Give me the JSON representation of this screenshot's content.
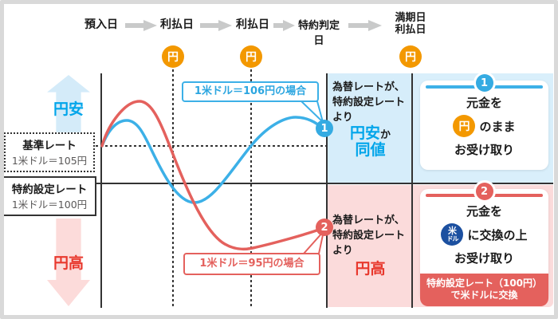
{
  "timeline": {
    "steps": [
      "預入日",
      "利払日",
      "利払日",
      "特約判定日"
    ],
    "maturity": {
      "line1": "満期日",
      "line2": "利払日"
    },
    "coin_label": "円"
  },
  "left_axis": {
    "yen_weak": "円安",
    "yen_strong": "円高",
    "base_rate": {
      "title": "基準レート",
      "value": "1米ドル＝105円"
    },
    "contract_rate": {
      "title": "特約設定レート",
      "value": "1米ドル＝100円"
    }
  },
  "chart": {
    "case1_callout": "1米ドル＝106円の場合",
    "case2_callout": "1米ドル＝95円の場合",
    "badge1": "1",
    "badge2": "2"
  },
  "conditions": {
    "case1": {
      "text1": "為替レートが、",
      "text2": "特約設定レート",
      "text3": "より",
      "em1": "円安",
      "conj": "か",
      "em2": "同値"
    },
    "case2": {
      "text1": "為替レートが、",
      "text2": "特約設定レート",
      "text3": "より",
      "em": "円高"
    }
  },
  "outcomes": {
    "case1": {
      "badge": "1",
      "line1": "元金を",
      "coin": "円",
      "after_coin": "のまま",
      "line3": "お受け取り"
    },
    "case2": {
      "badge": "2",
      "line1": "元金を",
      "coin_top": "米",
      "coin_bottom": "ドル",
      "after_coin": "に交換の上",
      "line3": "お受け取り",
      "note1": "特約設定レート（100円）",
      "note2": "で米ドルに交換"
    }
  },
  "colors": {
    "blue_curve": "#3CB0E7",
    "red_curve": "#E4615D",
    "orange_coin": "#F39800",
    "navy_coin": "#1C50A0",
    "blue_text": "#00A5EA",
    "red_text": "#E8382D",
    "panel_blue_bg": "#D6EDFA",
    "panel_pink_bg": "#FBDBDB",
    "line_black": "#333333",
    "timeline_arrow_gray": "#C9CACA",
    "frame_gray": "#D9D9D9"
  }
}
